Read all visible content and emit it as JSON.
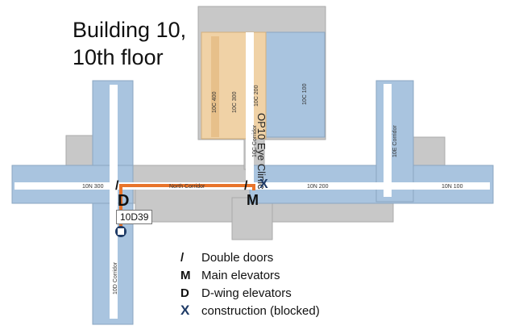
{
  "title_line1": "Building 10,",
  "title_line2": "10th floor",
  "colors": {
    "office_blue": "#a9c4df",
    "clinic_tan": "#f0d2a6",
    "gray": "#c8c8c8",
    "route": "#e8742b",
    "x_blue": "#1f3b66"
  },
  "labels": {
    "clinic": "OP10 Eye Clinic",
    "c400": "10C 400",
    "c300": "10C 300",
    "c200": "10C 200",
    "c100": "10C 100",
    "n300": "10N 300",
    "n200": "10N 200",
    "n100": "10N 100",
    "north_corridor": "North Corridor",
    "c_corridor": "10C Corridor",
    "d_corridor": "10D Corridor",
    "e_corridor": "10E Corridor"
  },
  "markers": {
    "d": "D",
    "m": "M",
    "x": "X",
    "slash": "/",
    "room": "10D39"
  },
  "legend": [
    {
      "symbol": "/",
      "text": "Double doors"
    },
    {
      "symbol": "M",
      "text": "Main elevators"
    },
    {
      "symbol": "D",
      "text": "D-wing elevators"
    },
    {
      "symbol": "X",
      "text": "construction (blocked)"
    }
  ]
}
